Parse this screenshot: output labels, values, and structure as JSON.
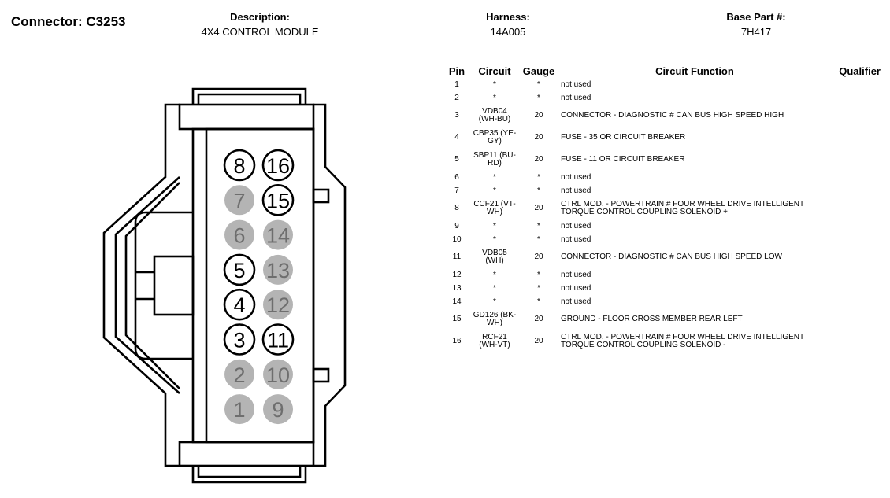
{
  "header": {
    "connector": "Connector: C3253",
    "description_label": "Description:",
    "description_value": "4X4 CONTROL MODULE",
    "harness_label": "Harness:",
    "harness_value": "14A005",
    "base_part_label": "Base Part #:",
    "base_part_value": "7H417"
  },
  "table": {
    "headers": {
      "pin": "Pin",
      "circuit": "Circuit",
      "gauge": "Gauge",
      "function": "Circuit Function",
      "qualifier": "Qualifier"
    },
    "rows": [
      {
        "pin": "1",
        "circuit": "*",
        "gauge": "*",
        "function": "not used",
        "qualifier": ""
      },
      {
        "pin": "2",
        "circuit": "*",
        "gauge": "*",
        "function": "not used",
        "qualifier": ""
      },
      {
        "pin": "3",
        "circuit": "VDB04 (WH-BU)",
        "gauge": "20",
        "function": "CONNECTOR - DIAGNOSTIC # CAN BUS HIGH SPEED HIGH",
        "qualifier": ""
      },
      {
        "pin": "4",
        "circuit": "CBP35 (YE-GY)",
        "gauge": "20",
        "function": "FUSE - 35 OR CIRCUIT BREAKER",
        "qualifier": ""
      },
      {
        "pin": "5",
        "circuit": "SBP11 (BU-RD)",
        "gauge": "20",
        "function": "FUSE - 11 OR CIRCUIT BREAKER",
        "qualifier": ""
      },
      {
        "pin": "6",
        "circuit": "*",
        "gauge": "*",
        "function": "not used",
        "qualifier": ""
      },
      {
        "pin": "7",
        "circuit": "*",
        "gauge": "*",
        "function": "not used",
        "qualifier": ""
      },
      {
        "pin": "8",
        "circuit": "CCF21 (VT-WH)",
        "gauge": "20",
        "function": "CTRL MOD. - POWERTRAIN # FOUR WHEEL DRIVE INTELLIGENT TORQUE CONTROL COUPLING SOLENOID +",
        "qualifier": ""
      },
      {
        "pin": "9",
        "circuit": "*",
        "gauge": "*",
        "function": "not used",
        "qualifier": ""
      },
      {
        "pin": "10",
        "circuit": "*",
        "gauge": "*",
        "function": "not used",
        "qualifier": ""
      },
      {
        "pin": "11",
        "circuit": "VDB05 (WH)",
        "gauge": "20",
        "function": "CONNECTOR - DIAGNOSTIC # CAN BUS HIGH SPEED LOW",
        "qualifier": ""
      },
      {
        "pin": "12",
        "circuit": "*",
        "gauge": "*",
        "function": "not used",
        "qualifier": ""
      },
      {
        "pin": "13",
        "circuit": "*",
        "gauge": "*",
        "function": "not used",
        "qualifier": ""
      },
      {
        "pin": "14",
        "circuit": "*",
        "gauge": "*",
        "function": "not used",
        "qualifier": ""
      },
      {
        "pin": "15",
        "circuit": "GD126 (BK-WH)",
        "gauge": "20",
        "function": "GROUND - FLOOR CROSS MEMBER REAR LEFT",
        "qualifier": ""
      },
      {
        "pin": "16",
        "circuit": "RCF21 (WH-VT)",
        "gauge": "20",
        "function": "CTRL MOD. - POWERTRAIN # FOUR WHEEL DRIVE INTELLIGENT TORQUE CONTROL COUPLING SOLENOID -",
        "qualifier": ""
      }
    ]
  },
  "connector_face": {
    "used_fill": "#ffffff",
    "unused_fill": "#b4b4b4",
    "used_text": "#000000",
    "unused_text": "#6e6e6e",
    "pins": [
      {
        "label": "8",
        "used": true
      },
      {
        "label": "16",
        "used": true
      },
      {
        "label": "7",
        "used": false
      },
      {
        "label": "15",
        "used": true
      },
      {
        "label": "6",
        "used": false
      },
      {
        "label": "14",
        "used": false
      },
      {
        "label": "5",
        "used": true
      },
      {
        "label": "13",
        "used": false
      },
      {
        "label": "4",
        "used": true
      },
      {
        "label": "12",
        "used": false
      },
      {
        "label": "3",
        "used": true
      },
      {
        "label": "11",
        "used": true
      },
      {
        "label": "2",
        "used": false
      },
      {
        "label": "10",
        "used": false
      },
      {
        "label": "1",
        "used": false
      },
      {
        "label": "9",
        "used": false
      }
    ]
  }
}
